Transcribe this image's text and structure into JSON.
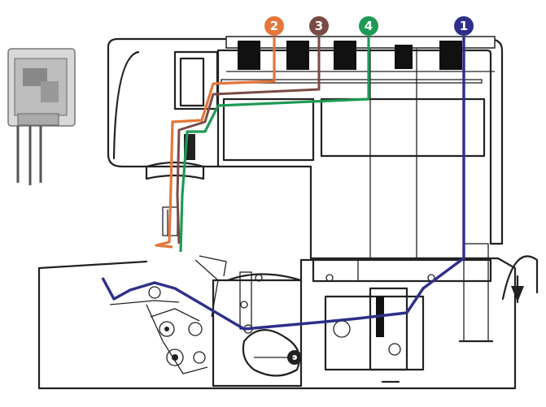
{
  "threads": [
    {
      "id": "thread-1",
      "label": "1",
      "color": "#2e2f8a"
    },
    {
      "id": "thread-2",
      "label": "2",
      "color": "#e5763a"
    },
    {
      "id": "thread-3",
      "label": "3",
      "color": "#7a4a44"
    },
    {
      "id": "thread-4",
      "label": "4",
      "color": "#1f9a55"
    }
  ]
}
